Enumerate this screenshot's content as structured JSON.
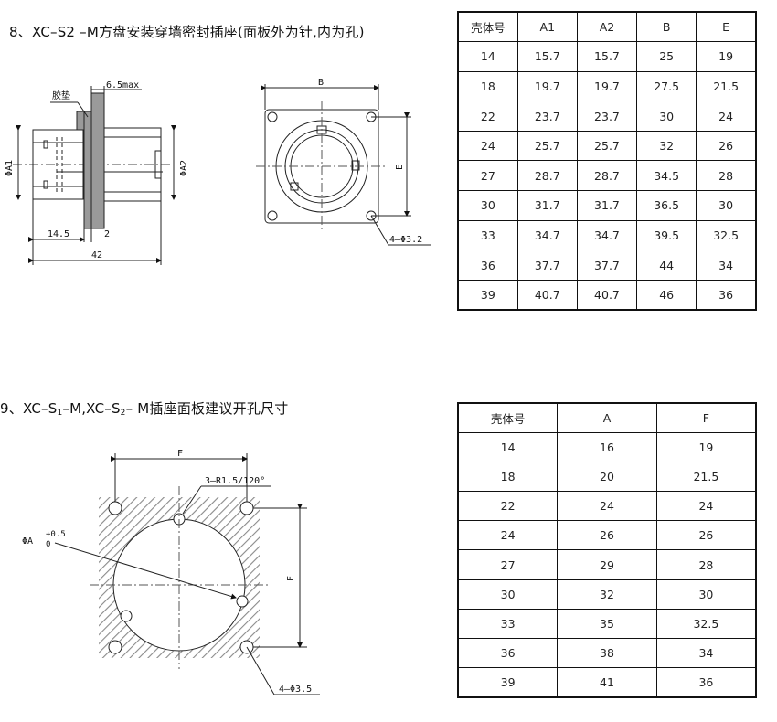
{
  "section8": {
    "heading": "8、XC–S2 –M方盘安装穿墙密封插座(面板外为针,内为孔)",
    "table": {
      "headers": [
        "壳体号",
        "A1",
        "A2",
        "B",
        "E"
      ],
      "rows": [
        [
          "14",
          "15.7",
          "15.7",
          "25",
          "19"
        ],
        [
          "18",
          "19.7",
          "19.7",
          "27.5",
          "21.5"
        ],
        [
          "22",
          "23.7",
          "23.7",
          "30",
          "24"
        ],
        [
          "24",
          "25.7",
          "25.7",
          "32",
          "26"
        ],
        [
          "27",
          "28.7",
          "28.7",
          "34.5",
          "28"
        ],
        [
          "30",
          "31.7",
          "31.7",
          "36.5",
          "30"
        ],
        [
          "33",
          "34.7",
          "34.7",
          "39.5",
          "32.5"
        ],
        [
          "36",
          "37.7",
          "37.7",
          "44",
          "34"
        ],
        [
          "39",
          "40.7",
          "40.7",
          "46",
          "36"
        ]
      ]
    },
    "side_view": {
      "gasket_label": "胶垫",
      "dim_max": "6.5max",
      "dim_a1": "ΦA1",
      "dim_a2": "ΦA2",
      "dim_14_5": "14.5",
      "dim_2": "2",
      "dim_42": "42"
    },
    "front_view": {
      "dim_b": "B",
      "dim_e": "E",
      "holes": "4–Φ3.2"
    }
  },
  "section9": {
    "heading_parts": [
      "9、XC–S",
      "1",
      "–M,XC–S",
      "2",
      "– M插座面板建议开孔尺寸"
    ],
    "table": {
      "headers": [
        "壳体号",
        "A",
        "F"
      ],
      "rows": [
        [
          "14",
          "16",
          "19"
        ],
        [
          "18",
          "20",
          "21.5"
        ],
        [
          "22",
          "24",
          "24"
        ],
        [
          "24",
          "26",
          "26"
        ],
        [
          "27",
          "29",
          "28"
        ],
        [
          "30",
          "32",
          "30"
        ],
        [
          "33",
          "35",
          "32.5"
        ],
        [
          "36",
          "38",
          "34"
        ],
        [
          "39",
          "41",
          "36"
        ]
      ]
    },
    "cutout": {
      "dim_f_top": "F",
      "dim_f_right": "F",
      "notch_note": "3–R1.5/120°",
      "dia_label": "ΦA",
      "tol_plus": "+0.5",
      "tol_zero": "0",
      "holes": "4–Φ3.5"
    }
  }
}
